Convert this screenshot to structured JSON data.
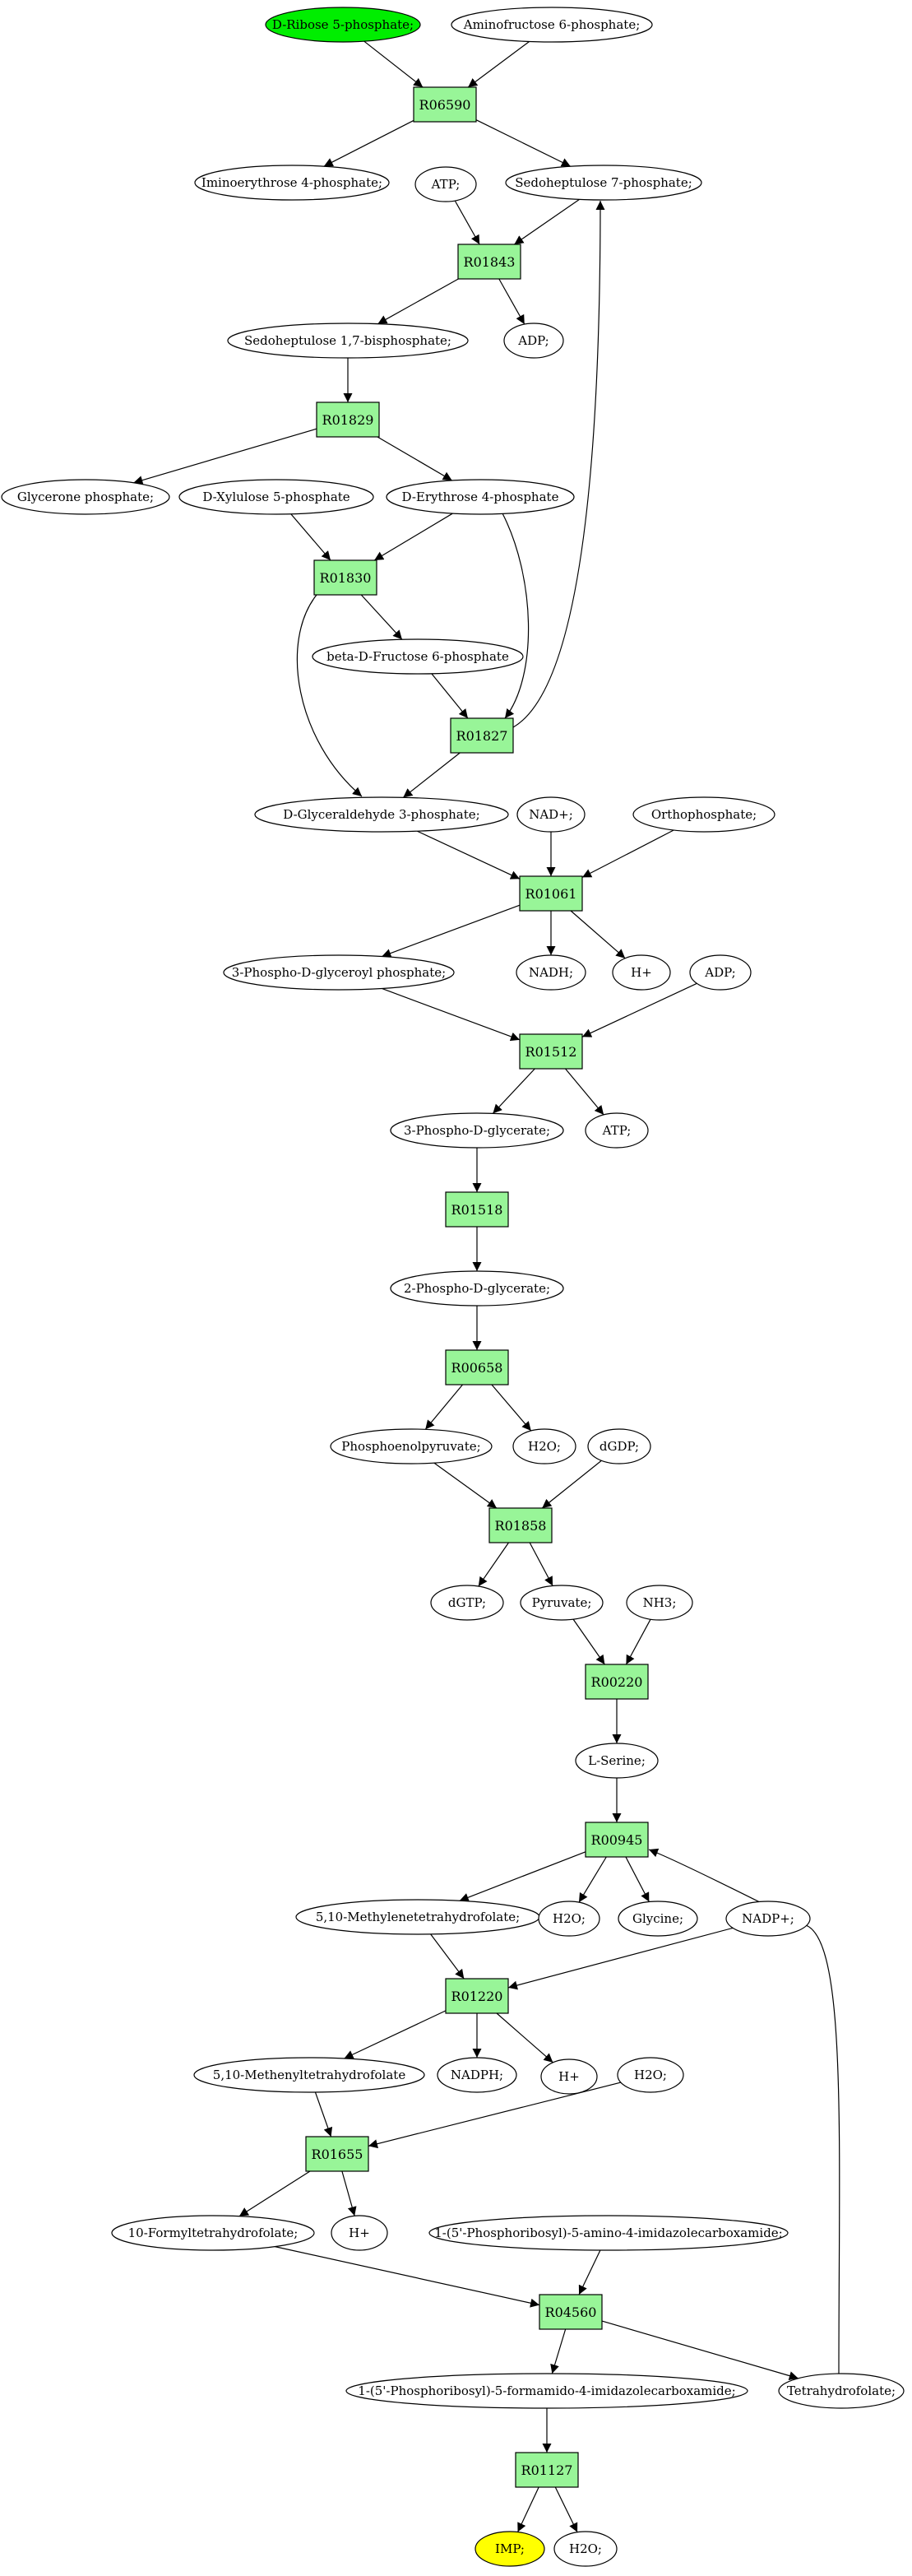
{
  "colors": {
    "reaction_fill": "#98f598",
    "compound_fill": "#ffffff",
    "start_fill": "#00ee00",
    "end_fill": "#ffff00",
    "stroke": "#000000"
  },
  "compounds": {
    "ribose5p": "D-Ribose 5-phosphate;",
    "aminofructose6p": "Aminofructose 6-phosphate;",
    "iminoerythrose4p": "Iminoerythrose 4-phosphate;",
    "atp_a": "ATP;",
    "sedoheptulose7p": "Sedoheptulose 7-phosphate;",
    "sedoheptulose17bp": "Sedoheptulose 1,7-bisphosphate;",
    "adp_a": "ADP;",
    "glycerone_p": "Glycerone phosphate;",
    "xylulose5p": "D-Xylulose 5-phosphate",
    "erythrose4p": "D-Erythrose 4-phosphate",
    "fructose6p": "beta-D-Fructose 6-phosphate",
    "g3p": "D-Glyceraldehyde 3-phosphate;",
    "nad": "NAD+;",
    "orthophosphate": "Orthophosphate;",
    "pg13": "3-Phospho-D-glyceroyl phosphate;",
    "nadh": "NADH;",
    "h_a": "H+",
    "adp_b": "ADP;",
    "pg3": "3-Phospho-D-glycerate;",
    "atp_b": "ATP;",
    "pg2": "2-Phospho-D-glycerate;",
    "pep": "Phosphoenolpyruvate;",
    "h2o_a": "H2O;",
    "dgdp": "dGDP;",
    "dgtp": "dGTP;",
    "pyruvate": "Pyruvate;",
    "nh3": "NH3;",
    "serine": "L-Serine;",
    "methylene_thf": "5,10-Methylenetetrahydrofolate;",
    "h2o_b": "H2O;",
    "glycine": "Glycine;",
    "nadp": "NADP+;",
    "methenyl_thf": "5,10-Methenyltetrahydrofolate",
    "nadph": "NADPH;",
    "h_b": "H+",
    "h2o_c": "H2O;",
    "h_c": "H+",
    "formyl_thf": "10-Formyltetrahydrofolate;",
    "aicar": "1-(5'-Phosphoribosyl)-5-amino-4-imidazolecarboxamide;",
    "faicar": "1-(5'-Phosphoribosyl)-5-formamido-4-imidazolecarboxamide;",
    "thf": "Tetrahydrofolate;",
    "imp": "IMP;",
    "h2o_d": "H2O;"
  },
  "reactions": {
    "R06590": "R06590",
    "R01843": "R01843",
    "R01829": "R01829",
    "R01830": "R01830",
    "R01827": "R01827",
    "R01061": "R01061",
    "R01512": "R01512",
    "R01518": "R01518",
    "R00658": "R00658",
    "R01858": "R01858",
    "R00220": "R00220",
    "R00945": "R00945",
    "R01220": "R01220",
    "R01655": "R01655",
    "R04560": "R04560",
    "R01127": "R01127"
  }
}
